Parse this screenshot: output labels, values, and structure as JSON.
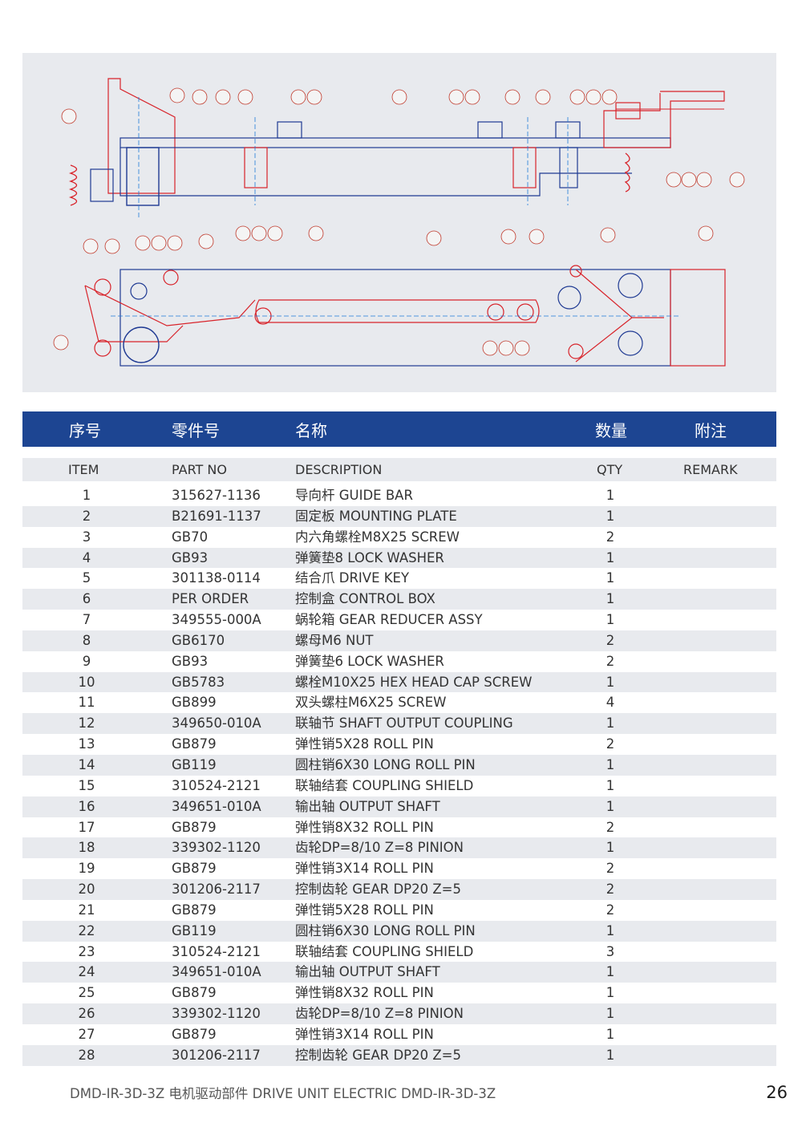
{
  "table": {
    "header_cn": {
      "item": "序号",
      "part_no": "零件号",
      "description": "名称",
      "qty": "数量",
      "remark": "附注"
    },
    "header_en": {
      "item": "ITEM",
      "part_no": "PART NO",
      "description": "DESCRIPTION",
      "qty": "QTY",
      "remark": "REMARK"
    },
    "rows": [
      {
        "item": "1",
        "part_no": "315627-1136",
        "description": "导向杆 GUIDE BAR",
        "qty": "1"
      },
      {
        "item": "2",
        "part_no": "B21691-1137",
        "description": "固定板 MOUNTING PLATE",
        "qty": "1"
      },
      {
        "item": "3",
        "part_no": "GB70",
        "description": "内六角螺栓M8X25 SCREW",
        "qty": "2"
      },
      {
        "item": "4",
        "part_no": "GB93",
        "description": "弹簧垫8 LOCK WASHER",
        "qty": "1"
      },
      {
        "item": "5",
        "part_no": "301138-0114",
        "description": "结合爪 DRIVE KEY",
        "qty": "1"
      },
      {
        "item": "6",
        "part_no": "PER ORDER",
        "description": "控制盒 CONTROL BOX",
        "qty": "1"
      },
      {
        "item": "7",
        "part_no": "349555-000A",
        "description": "蜗轮箱 GEAR REDUCER ASSY",
        "qty": "1"
      },
      {
        "item": "8",
        "part_no": "GB6170",
        "description": "螺母M6 NUT",
        "qty": "2"
      },
      {
        "item": "9",
        "part_no": "GB93",
        "description": "弹簧垫6 LOCK WASHER",
        "qty": "2"
      },
      {
        "item": "10",
        "part_no": "GB5783",
        "description": "螺栓M10X25 HEX HEAD CAP SCREW",
        "qty": "1"
      },
      {
        "item": "11",
        "part_no": "GB899",
        "description": "双头螺柱M6X25 SCREW",
        "qty": "4"
      },
      {
        "item": "12",
        "part_no": "349650-010A",
        "description": "联轴节 SHAFT OUTPUT COUPLING",
        "qty": "1"
      },
      {
        "item": "13",
        "part_no": "GB879",
        "description": "弹性销5X28 ROLL PIN",
        "qty": "2"
      },
      {
        "item": "14",
        "part_no": "GB119",
        "description": "圆柱销6X30 LONG ROLL PIN",
        "qty": "1"
      },
      {
        "item": "15",
        "part_no": "310524-2121",
        "description": "联轴结套 COUPLING SHIELD",
        "qty": "1"
      },
      {
        "item": "16",
        "part_no": "349651-010A",
        "description": "输出轴 OUTPUT SHAFT",
        "qty": "1"
      },
      {
        "item": "17",
        "part_no": "GB879",
        "description": "弹性销8X32 ROLL PIN",
        "qty": "2"
      },
      {
        "item": "18",
        "part_no": "339302-1120",
        "description": "齿轮DP=8/10 Z=8 PINION",
        "qty": "1"
      },
      {
        "item": "19",
        "part_no": "GB879",
        "description": "弹性销3X14 ROLL PIN",
        "qty": "2"
      },
      {
        "item": "20",
        "part_no": "301206-2117",
        "description": "控制齿轮 GEAR DP20 Z=5",
        "qty": "2"
      },
      {
        "item": "21",
        "part_no": "GB879",
        "description": "弹性销5X28 ROLL PIN",
        "qty": "2"
      },
      {
        "item": "22",
        "part_no": "GB119",
        "description": "圆柱销6X30 LONG ROLL PIN",
        "qty": "1"
      },
      {
        "item": "23",
        "part_no": "310524-2121",
        "description": "联轴结套 COUPLING SHIELD",
        "qty": "3"
      },
      {
        "item": "24",
        "part_no": "349651-010A",
        "description": "输出轴 OUTPUT SHAFT",
        "qty": "1"
      },
      {
        "item": "25",
        "part_no": "GB879",
        "description": "弹性销8X32 ROLL PIN",
        "qty": "1"
      },
      {
        "item": "26",
        "part_no": "339302-1120",
        "description": "齿轮DP=8/10 Z=8 PINION",
        "qty": "1"
      },
      {
        "item": "27",
        "part_no": "GB879",
        "description": "弹性销3X14 ROLL PIN",
        "qty": "1"
      },
      {
        "item": "28",
        "part_no": "301206-2117",
        "description": "控制齿轮 GEAR DP20 Z=5",
        "qty": "1"
      }
    ]
  },
  "footer": {
    "text": "DMD-IR-3D-3Z 电机驱动部件 DRIVE UNIT ELECTRIC DMD-IR-3D-3Z",
    "page_number": "26"
  },
  "colors": {
    "header_bg": "#1d4592",
    "stripe_bg": "#e8eaee",
    "drawing_red": "#d8232a",
    "drawing_blue": "#1f3a93"
  }
}
